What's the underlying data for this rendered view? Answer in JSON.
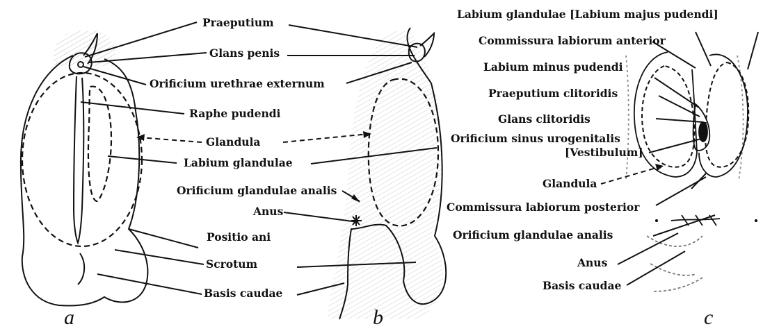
{
  "center_labels": {
    "praeputium": "Praeputium",
    "glans_penis": "Glans penis",
    "orificium_urethrae": "Orificium urethrae externum",
    "raphe_pudendi": "Raphe pudendi",
    "glandula": "Glandula",
    "labium_glandulae": "Labium glandulae",
    "orificium_glandulae_analis": "Orificium glandulae analis",
    "anus": "Anus",
    "positio_ani": "Positio ani",
    "scrotum": "Scrotum",
    "basis_caudae": "Basis caudae"
  },
  "right_labels": {
    "labium_glandulae_majus": "Labium glandulae [Labium majus pudendi]",
    "commissura_anterior": "Commissura labiorum anterior",
    "labium_minus": "Labium minus pudendi",
    "praeputium_clitoridis": "Praeputium clitoridis",
    "glans_clitoridis": "Glans clitoridis",
    "orificium_sinus": "Orificium sinus urogenitalis",
    "vestibulum": "[Vestibulum]",
    "glandula": "Glandula",
    "commissura_posterior": "Commissura labiorum posterior",
    "orificium_glandulae_analis": "Orificium glandulae analis",
    "anus": "Anus",
    "basis_caudae": "Basis caudae"
  },
  "panels": {
    "a": "a",
    "b": "b",
    "c": "c"
  }
}
